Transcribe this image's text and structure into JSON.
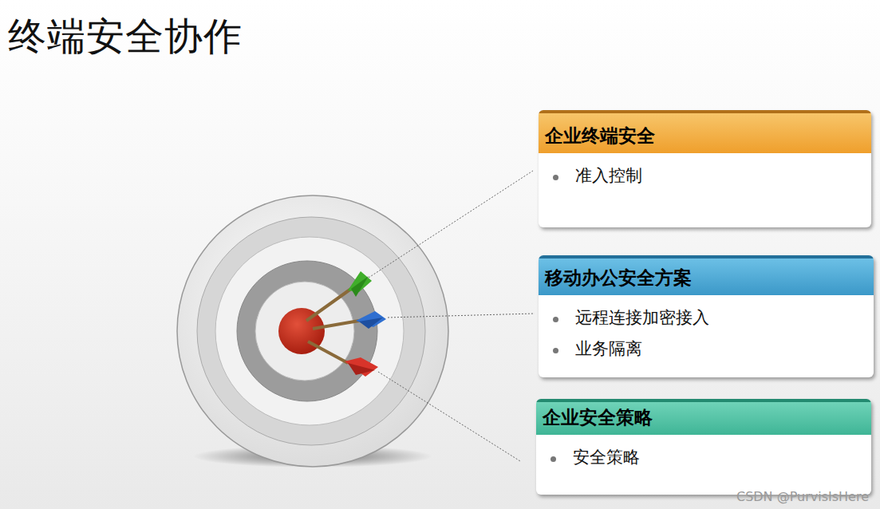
{
  "diagram": {
    "title": "终端安全协作",
    "nodes": [
      {
        "text": [
          "企业终端安全",
          "准入控制"
        ]
      },
      {
        "text": [
          "移动办公安全方案",
          "远程连接加密接入",
          "业务隔离"
        ]
      },
      {
        "text": [
          "企业安全策略",
          "安全策略"
        ]
      }
    ],
    "labels": [
      "CSDN @PurvisIsHere"
    ]
  }
}
